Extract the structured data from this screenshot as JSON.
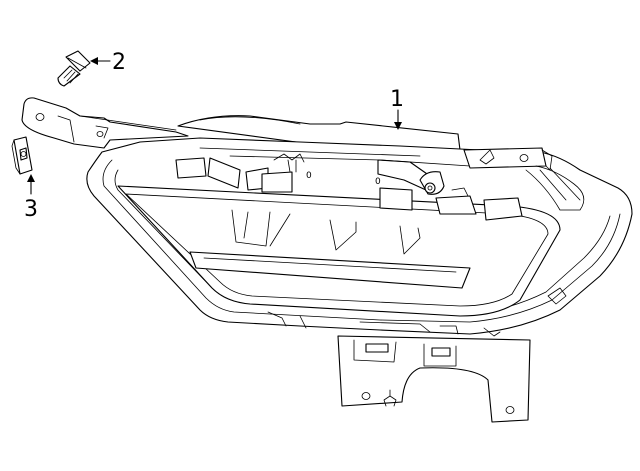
{
  "callouts": [
    {
      "number": "1"
    },
    {
      "number": "2"
    },
    {
      "number": "3"
    }
  ],
  "part_marks": {
    "zero_left": "0",
    "zero_right": "0"
  }
}
